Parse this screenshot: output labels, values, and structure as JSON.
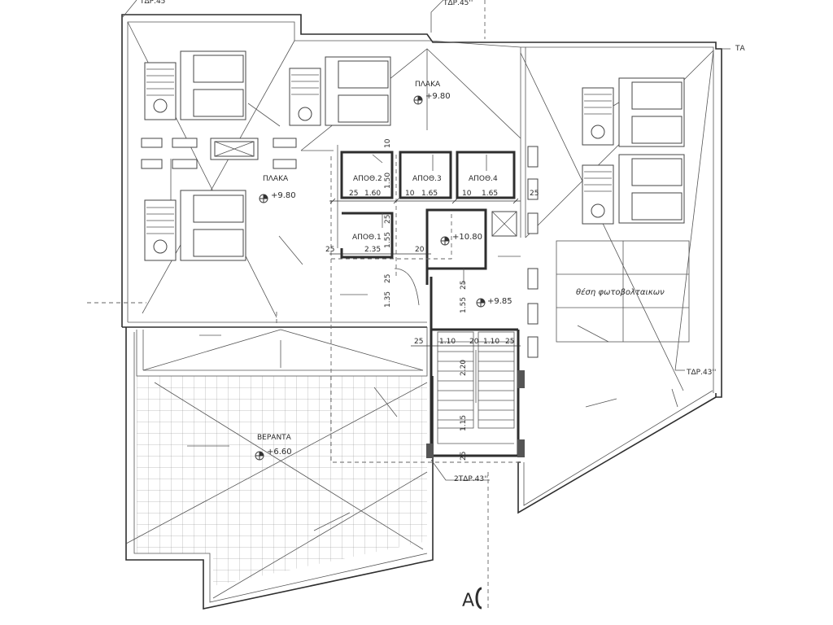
{
  "rooms": {
    "slab_center": "ΠΛΑΚΑ",
    "slab_left": "ΠΛΑΚΑ",
    "veranda": "ΒΕΡΑΝΤΑ",
    "storage_1": "ΑΠΟΘ.1",
    "storage_2": "ΑΠΟΘ.2",
    "storage_3": "ΑΠΟΘ.3",
    "storage_4": "ΑΠΟΘ.4",
    "solar_panels": "θέση φωτοβολταικων"
  },
  "elevations": {
    "slab_center": "+9.80",
    "slab_left": "+9.80",
    "lobby": "+10.80",
    "stair_landing": "+9.85",
    "veranda": "+6.60"
  },
  "dimensions": {
    "apo2_left": "25",
    "apo2_width": "1.60",
    "apo3_left": "10",
    "apo3_width": "1.65",
    "apo4_left": "10",
    "apo4_width": "1.65",
    "right_wall": "25",
    "apo2_depth": "1.50",
    "apo2_wall": "10",
    "apo1_left": "25",
    "apo1_width": "2.35",
    "apo1_depth": "1.55",
    "apo1_wall": "20",
    "apo1_top": "25",
    "lobby_depth": "1.35",
    "stair_top": "25",
    "landing_depth": "1.55",
    "stair_left": "25",
    "flight_left": "1.10",
    "flight_gap": "20",
    "flight_right": "1.10",
    "stair_right": "25",
    "flight_length": "2.20",
    "landing_bottom": "1.15",
    "bottom_wall": "25"
  },
  "section_marks": {
    "top_left": "ΤΔΡ.45''",
    "top_right_cut": "ΤΑ",
    "right_mid": "ΤΔΡ.43''",
    "bottom_center": "2ΤΔΡ.43''"
  },
  "section_label": "Α"
}
